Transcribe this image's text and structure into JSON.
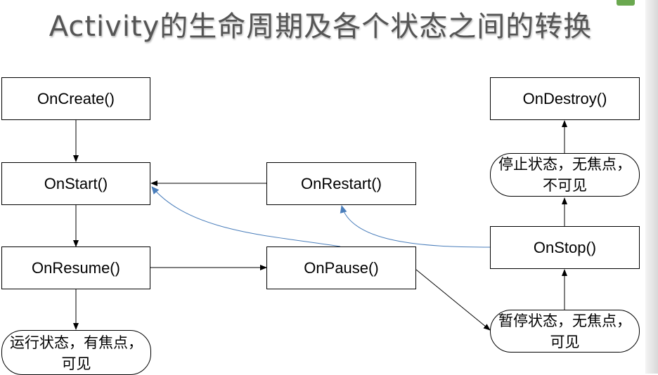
{
  "title": "Activity的生命周期及各个状态之间的转换",
  "nodes": {
    "on_create": "OnCreate()",
    "on_start": "OnStart()",
    "on_resume": "OnResume()",
    "on_restart": "OnRestart()",
    "on_pause": "OnPause()",
    "on_stop": "OnStop()",
    "on_destroy": "OnDestroy()"
  },
  "states": {
    "running": "运行状态，有焦点，可见",
    "paused": "暂停状态，无焦点，可见",
    "stopped": "停止状态，无焦点，不可见"
  },
  "colors": {
    "arrow": "#000000",
    "return_arrow": "#4a7ebb",
    "title_text": "#555555"
  }
}
